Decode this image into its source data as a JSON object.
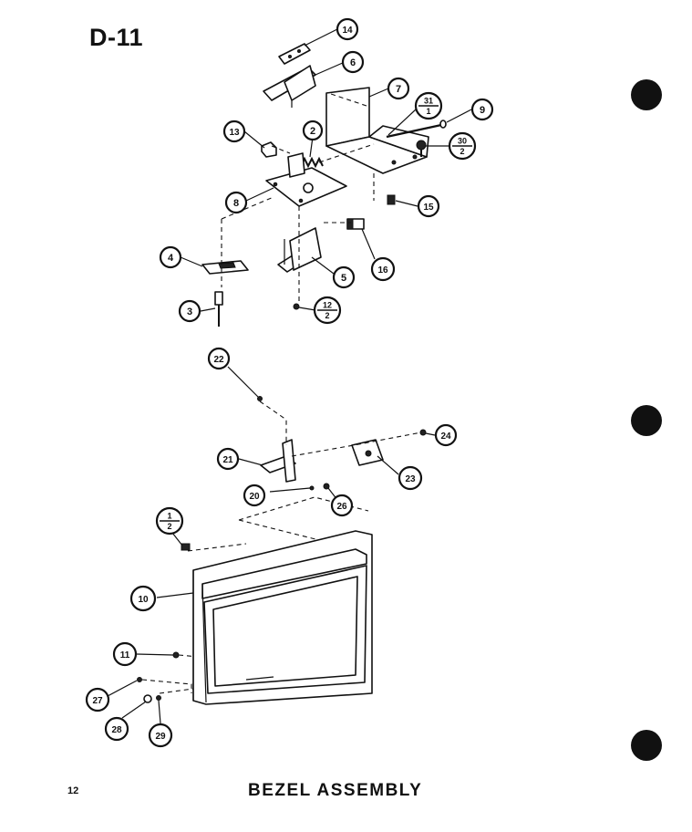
{
  "page_id": "D-11",
  "page_number": "12",
  "caption": "BEZEL ASSEMBLY",
  "callouts": [
    {
      "id": "14",
      "label": "14"
    },
    {
      "id": "6",
      "label": "6"
    },
    {
      "id": "7",
      "label": "7"
    },
    {
      "id": "31-1",
      "top": "31",
      "bottom": "1"
    },
    {
      "id": "9",
      "label": "9"
    },
    {
      "id": "13",
      "label": "13"
    },
    {
      "id": "2",
      "label": "2"
    },
    {
      "id": "30-2",
      "top": "30",
      "bottom": "2"
    },
    {
      "id": "8",
      "label": "8"
    },
    {
      "id": "15",
      "label": "15"
    },
    {
      "id": "4",
      "label": "4"
    },
    {
      "id": "16",
      "label": "16"
    },
    {
      "id": "5",
      "label": "5"
    },
    {
      "id": "3",
      "label": "3"
    },
    {
      "id": "12-2",
      "top": "12",
      "bottom": "2"
    },
    {
      "id": "22",
      "label": "22"
    },
    {
      "id": "24",
      "label": "24"
    },
    {
      "id": "21",
      "label": "21"
    },
    {
      "id": "23",
      "label": "23"
    },
    {
      "id": "20",
      "label": "20"
    },
    {
      "id": "26",
      "label": "26"
    },
    {
      "id": "1-2",
      "top": "1",
      "bottom": "2"
    },
    {
      "id": "10",
      "label": "10"
    },
    {
      "id": "11",
      "label": "11"
    },
    {
      "id": "27",
      "label": "27"
    },
    {
      "id": "28",
      "label": "28"
    },
    {
      "id": "29",
      "label": "29"
    }
  ]
}
